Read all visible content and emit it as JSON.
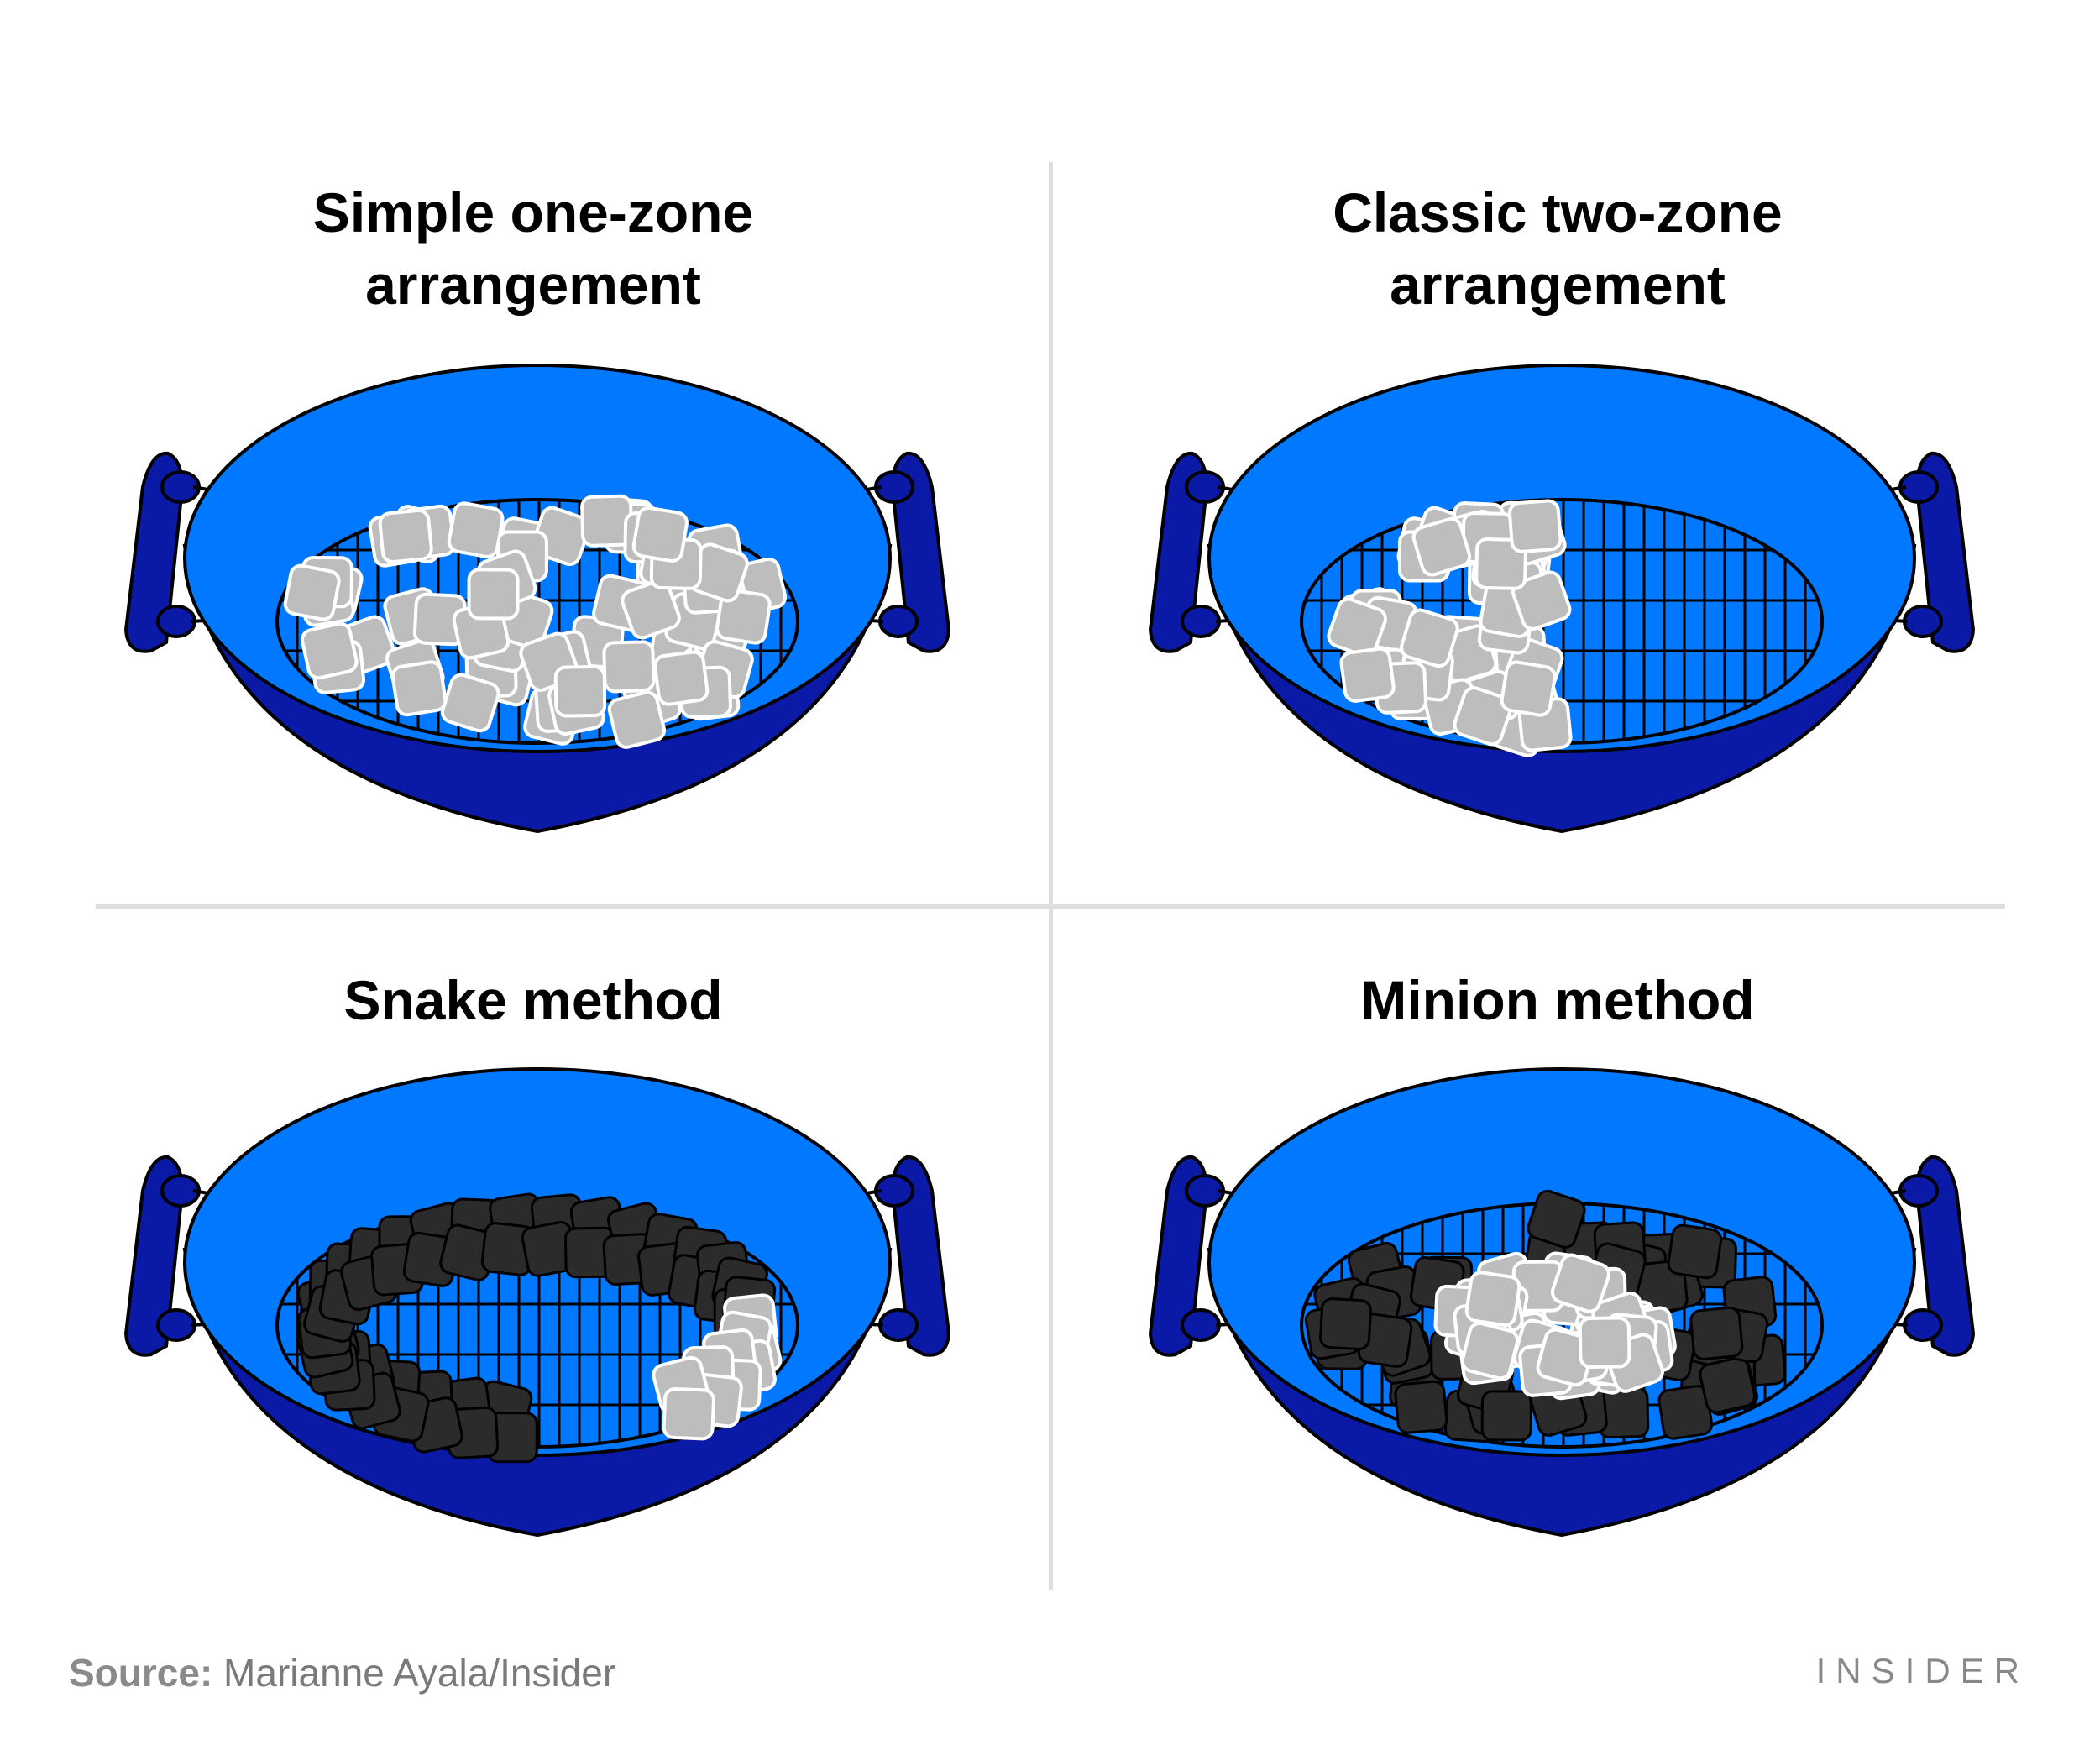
{
  "panels": [
    {
      "title_line1": "Simple one-zone",
      "title_line2": "arrangement"
    },
    {
      "title_line1": "Classic two-zone",
      "title_line2": "arrangement"
    },
    {
      "title_line1": "Snake method",
      "title_line2": ""
    },
    {
      "title_line1": "Minion method",
      "title_line2": ""
    }
  ],
  "footer": {
    "source_label": "Source:",
    "source_text": "Marianne Ayala/Insider",
    "logo": "INSIDER"
  },
  "colors": {
    "grill_inner": "#0078ff",
    "grill_outer": "#0a1aa6",
    "grill_rim": "#3a8ef0",
    "lit_coal": "#bdbdbd",
    "unlit_coal": "#2b2b2b",
    "outline": "#000000",
    "divider": "#dedede"
  },
  "icons": [
    "grill-icon",
    "lit-coal-icon",
    "unlit-coal-icon"
  ]
}
